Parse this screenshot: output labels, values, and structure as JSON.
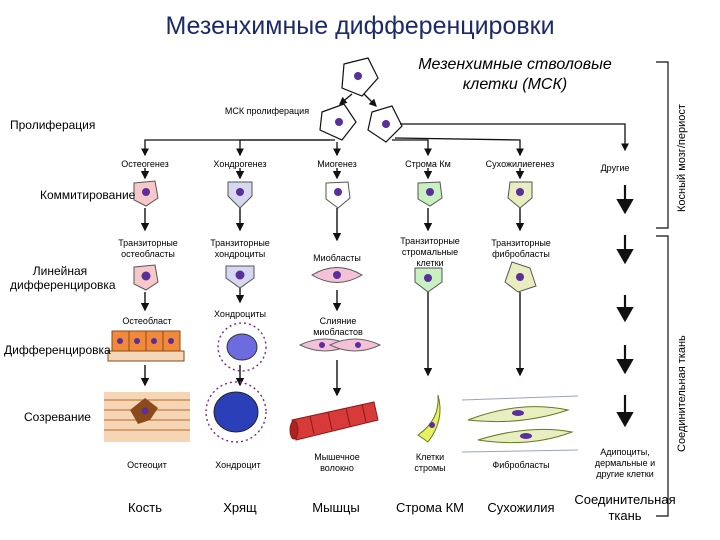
{
  "title": "Мезенхимные дифференцировки",
  "msc_label": "Мезенхимные стволовые клетки (МСК)",
  "msc_proliferation": "МСК пролиферация",
  "stages": {
    "proliferation": "Пролиферация",
    "commitment": "Коммитирование",
    "lineage": "Линейная дифференцировка",
    "differentiation": "Дифференцировка",
    "maturation": "Созревание"
  },
  "lineages": [
    "Остеогенез",
    "Хондрогенез",
    "Миогенез",
    "Строма Км",
    "Сухожилиегенез",
    "Другие"
  ],
  "transitional": {
    "osteo": "Транзиторные остеобласты",
    "chondro": "Транзиторные хондроциты",
    "myo": "Миобласты",
    "stroma": "Транзиторные стромальные клетки",
    "fibro": "Транзиторные фибробласты"
  },
  "differentiated": {
    "osteo": "Остеобласт",
    "chondro": "Хондроциты",
    "myo": "Слияние миобластов"
  },
  "mature": {
    "osteo": "Остеоцит",
    "chondro": "Хондроцит",
    "myo": "Мышечное волокно",
    "stroma": "Клетки стромы",
    "fibro": "Фибробласты",
    "other": "Адипоциты, дермальные и другие клетки"
  },
  "tissues": [
    "Кость",
    "Хрящ",
    "Мышцы",
    "Строма КМ",
    "Сухожилия",
    "Соединительная ткань"
  ],
  "side_labels": {
    "bone_marrow": "Косный мозг/периост",
    "connective": "Соединительная ткань"
  },
  "colors": {
    "title": "#1c2a6b",
    "osteo": "#f6c8c8",
    "chondro": "#d6d8f0",
    "myo": "#f3c2d8",
    "stroma": "#c8f0c0",
    "fibro": "#e8eec0",
    "nucleus": "#5a2f9a",
    "bone_cell": "#f08a3a",
    "muscle": "#d83a3a"
  },
  "icons": [
    "arrow-down-icon",
    "cell-icon",
    "bracket-icon"
  ]
}
